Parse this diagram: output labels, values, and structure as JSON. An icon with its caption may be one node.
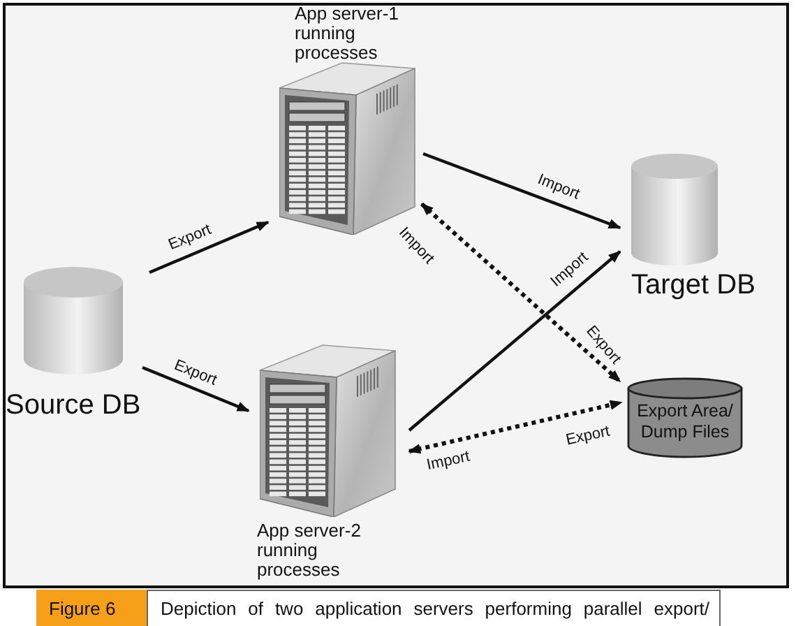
{
  "diagram": {
    "caption": "Depiction of two application servers performing parallel export/",
    "nodes": [
      {
        "text": [
          "App server-1 running processes"
        ]
      },
      {
        "text": [
          "Target DB"
        ]
      },
      {
        "text": [
          "Source DB"
        ]
      },
      {
        "text": [
          "Export Area/ Dump Files"
        ]
      },
      {
        "text": [
          "App server-2 running processes"
        ]
      }
    ],
    "edges": [
      {
        "from": 2,
        "to": 0,
        "arrow": "to",
        "label": "Export"
      },
      {
        "from": 2,
        "to": 4,
        "arrow": "to",
        "label": "Export"
      },
      {
        "from": 0,
        "to": 1,
        "arrow": "to",
        "label": "Import"
      },
      {
        "from": 4,
        "to": 1,
        "arrow": "to",
        "label": "Import"
      },
      {
        "from": 0,
        "to": 3,
        "arrow": "both",
        "label": "Import",
        "style": "dashed"
      },
      {
        "from": 4,
        "to": 3,
        "arrow": "both",
        "label": "Import",
        "style": "dashed"
      }
    ],
    "labels": [
      "Export",
      "Export",
      "Figure 6"
    ]
  }
}
